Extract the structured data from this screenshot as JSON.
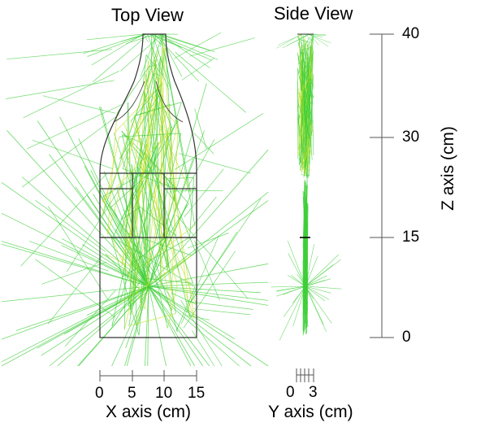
{
  "titles": {
    "top_view": "Top View",
    "side_view": "Side View"
  },
  "x_axis": {
    "label": "X axis (cm)",
    "ticks": [
      "0",
      "5",
      "10",
      "15"
    ]
  },
  "y_axis": {
    "label": "Y axis (cm)",
    "ticks": [
      "0",
      "3"
    ]
  },
  "z_axis": {
    "label": "Z axis (cm)",
    "ticks": [
      "40",
      "30",
      "15",
      "0"
    ]
  },
  "colors": {
    "rays": "#3fcf3a",
    "rays_yellow": "#c8e02a",
    "outline": "#333333",
    "background": "#ffffff"
  }
}
